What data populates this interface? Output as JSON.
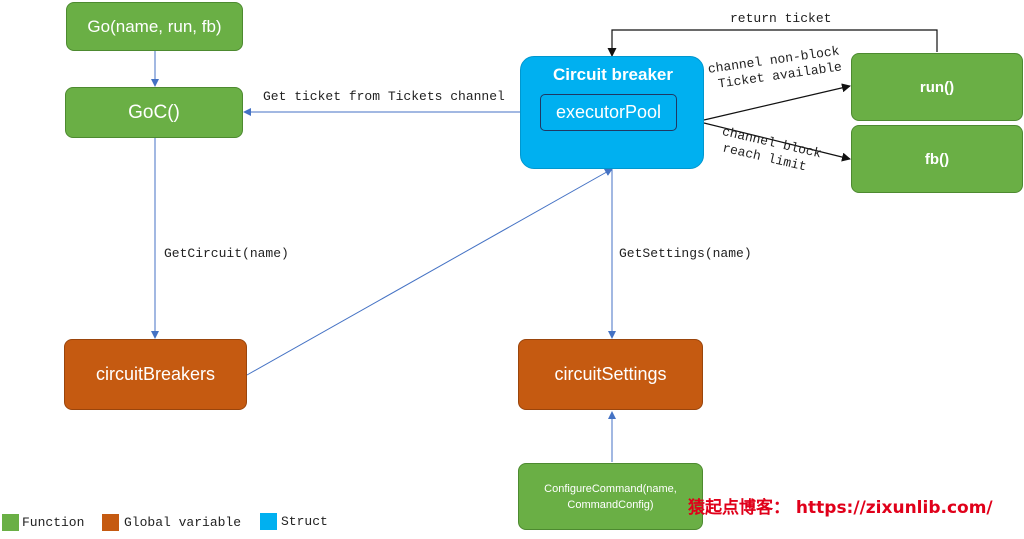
{
  "nodes": {
    "go": "Go(name, run, fb)",
    "goc": "GoC()",
    "circuit_breaker": "Circuit breaker",
    "executor_pool": "executorPool",
    "run": "run()",
    "fb": "fb()",
    "circuit_breakers": "circuitBreakers",
    "circuit_settings": "circuitSettings",
    "configure_command_line1": "ConfigureCommand(name,",
    "configure_command_line2": "CommandConfig)"
  },
  "edges": {
    "return_ticket": "return ticket",
    "get_ticket": "Get ticket from Tickets channel",
    "non_block_line1": "channel non-block",
    "non_block_line2": "Ticket available",
    "block_line1": "channel block",
    "block_line2": "reach limit",
    "get_circuit": "GetCircuit(name)",
    "get_settings": "GetSettings(name)"
  },
  "legend": [
    {
      "label": "Function",
      "color": "#6aaf45"
    },
    {
      "label": "Global variable",
      "color": "#c55a11"
    },
    {
      "label": "Struct",
      "color": "#00b0f0"
    }
  ],
  "watermark": "猿起点博客： https://zixunlib.com/"
}
